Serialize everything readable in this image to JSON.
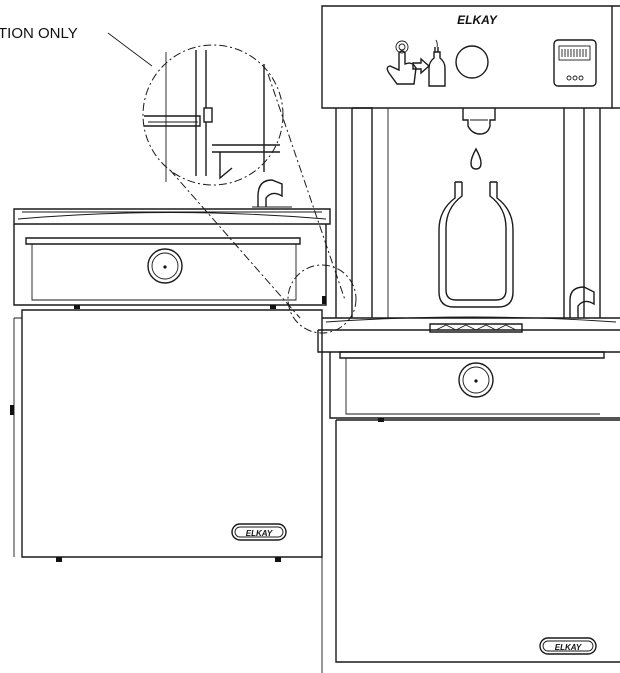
{
  "callout": {
    "text": "TION ONLY"
  },
  "brand": {
    "top_logo": "ELKAY",
    "left_cabinet_logo": "ELKAY",
    "right_cabinet_logo": "ELKAY"
  },
  "icons": {
    "touch_hand": "hand-pointer-icon",
    "arrow": "arrow-right-icon",
    "bottle": "bottle-icon",
    "sensor": "sensor-button-icon",
    "counter_display": "bottle-counter-display-icon",
    "water_drop": "water-drop-icon"
  }
}
